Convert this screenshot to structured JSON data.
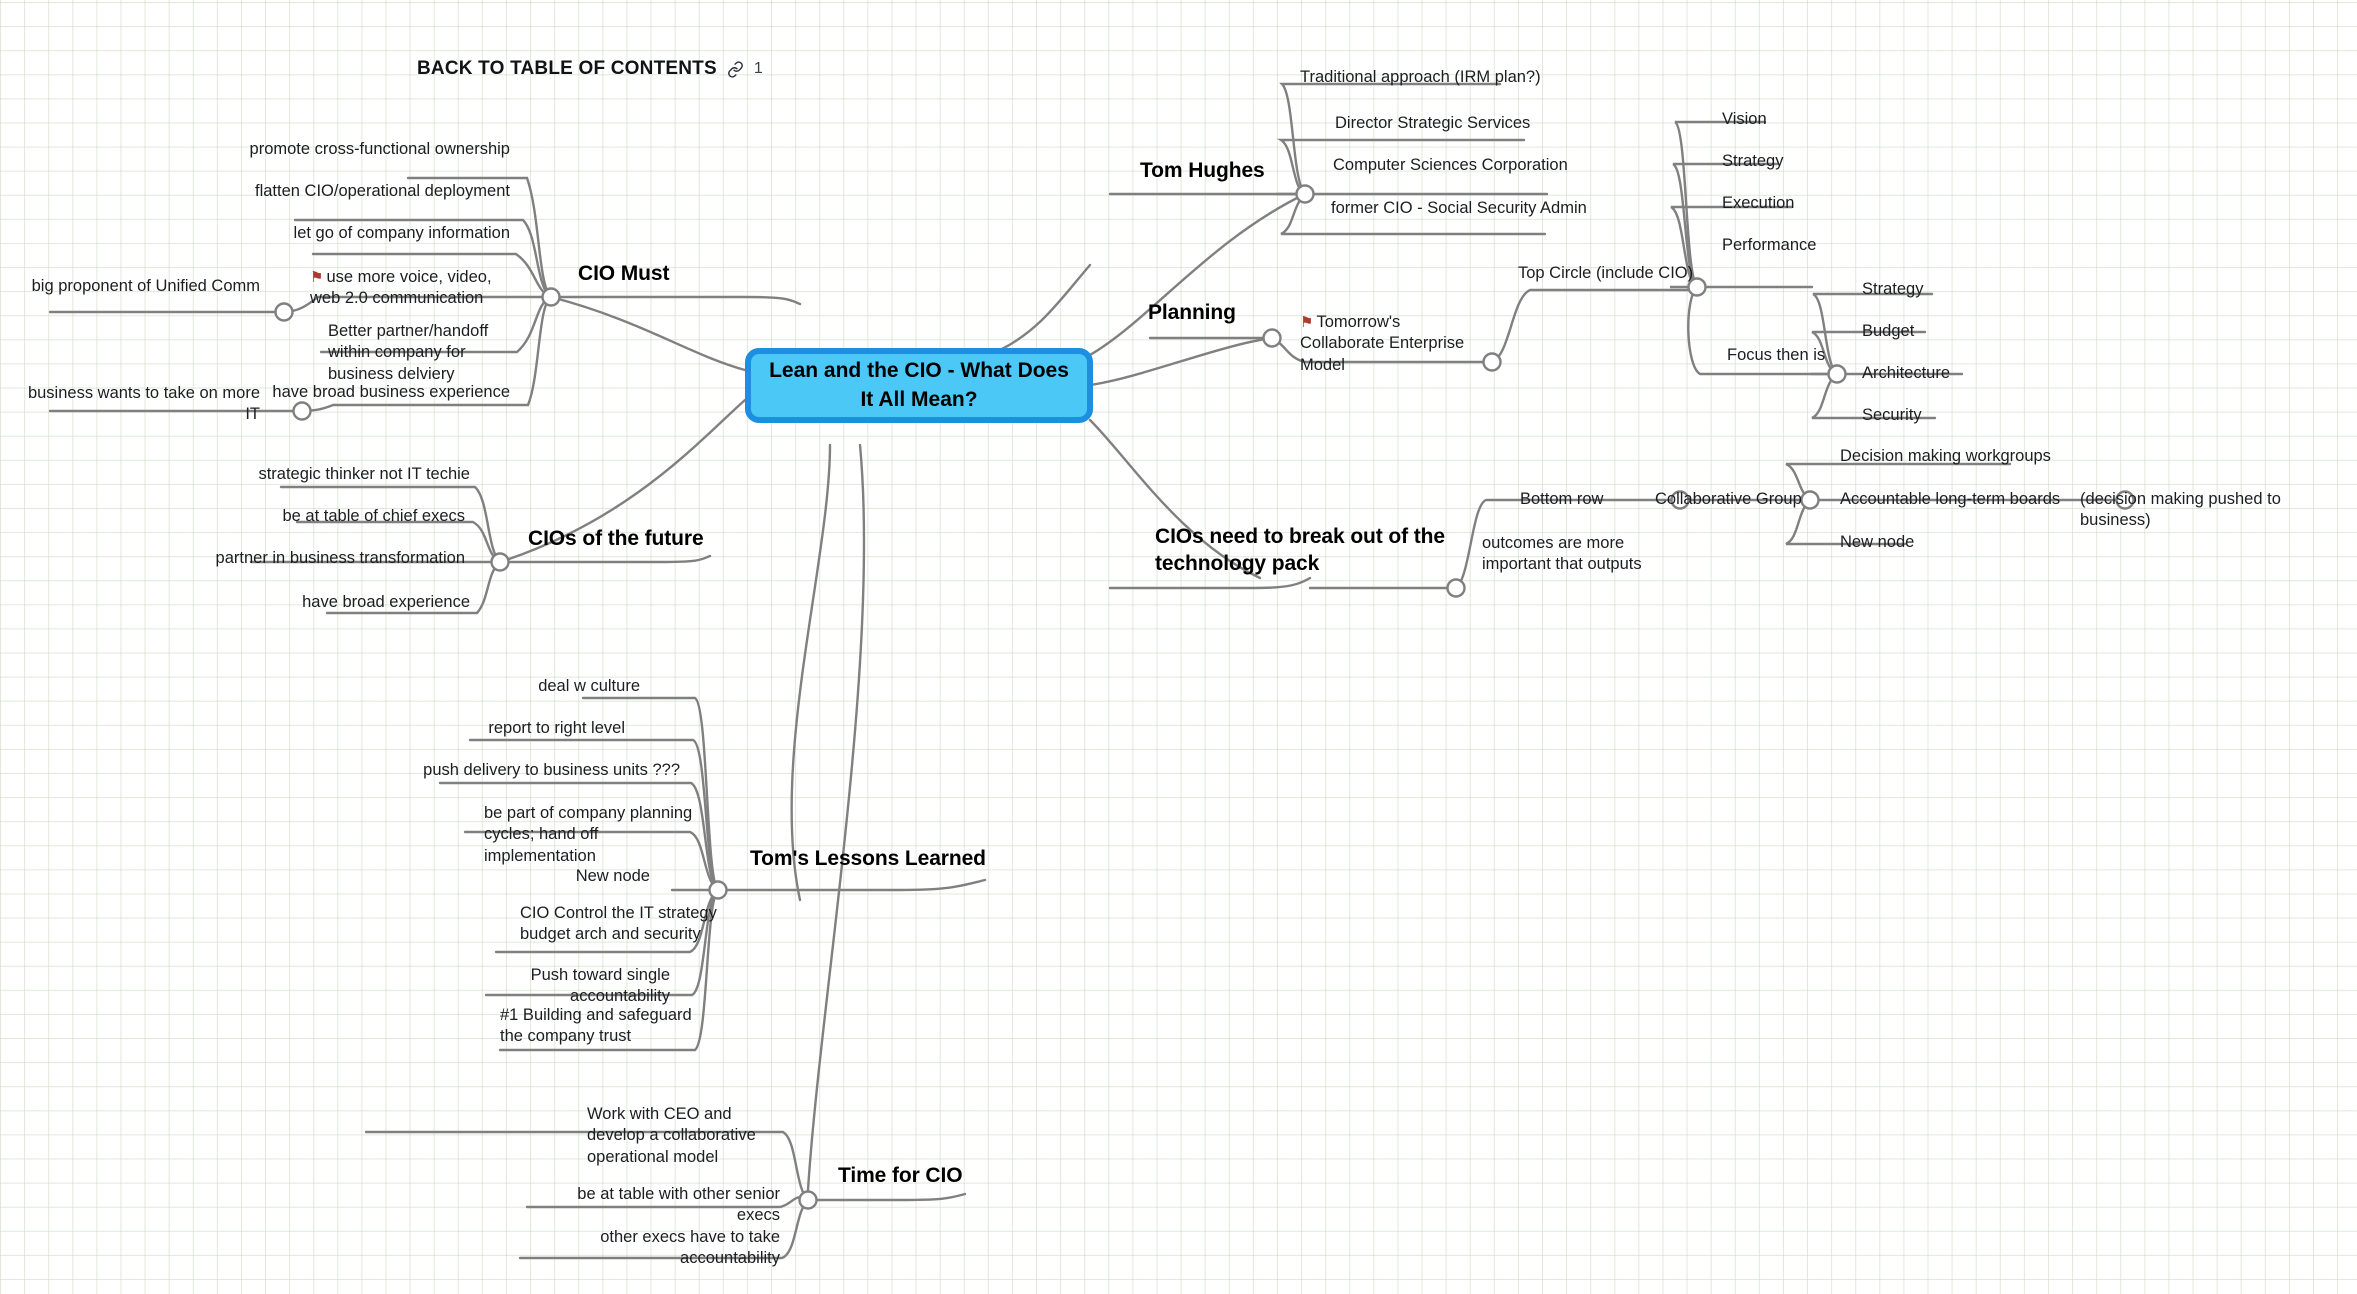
{
  "app": {
    "type": "mindmap",
    "background": "#ffffff",
    "grid_color": "#c9d6be",
    "edge_color": "#808080"
  },
  "toc": {
    "title": "BACK TO TABLE OF CONTENTS",
    "icon": "link-icon",
    "count": "1"
  },
  "root": {
    "label": "Lean and the CIO - What Does It All Mean?",
    "fill": "#4BC8F5",
    "border": "#1D8FE1"
  },
  "branches": [
    {
      "id": "cio-must",
      "label": "CIO Must",
      "children": [
        {
          "label": "promote cross-functional ownership"
        },
        {
          "label": "flatten CIO/operational deployment"
        },
        {
          "label": "let go of company information"
        },
        {
          "label": "use more voice, video, web 2.0 communication",
          "flag": true,
          "children": [
            {
              "label": "big proponent of Unified Comm"
            }
          ]
        },
        {
          "label": "Better partner/handoff within company for business delviery"
        },
        {
          "label": "have broad business experience",
          "children": [
            {
              "label": "business wants to take on more IT"
            }
          ]
        }
      ]
    },
    {
      "id": "cios-of-the-future",
      "label": "CIOs of the future",
      "children": [
        {
          "label": "strategic thinker not IT techie"
        },
        {
          "label": "be at table of chief execs"
        },
        {
          "label": "partner in business transformation"
        },
        {
          "label": "have broad experience"
        }
      ]
    },
    {
      "id": "toms-lessons-learned",
      "label": "Tom's Lessons Learned",
      "children": [
        {
          "label": "deal w culture"
        },
        {
          "label": "report to right level"
        },
        {
          "label": "push delivery to business units ???"
        },
        {
          "label": "be part of company planning cycles; hand off implementation"
        },
        {
          "label": "New node"
        },
        {
          "label": "CIO Control the IT strategy budget arch and security"
        },
        {
          "label": "Push toward single accountability"
        },
        {
          "label": "#1 Building and safeguard the company trust"
        }
      ]
    },
    {
      "id": "time-for-cio",
      "label": "Time for CIO",
      "children": [
        {
          "label": "Work with CEO and develop a collaborative operational model"
        },
        {
          "label": "be at table with other senior execs"
        },
        {
          "label": "other execs have to take accountability"
        }
      ]
    },
    {
      "id": "tom-hughes",
      "label": "Tom Hughes",
      "children": [
        {
          "label": "Traditional approach (IRM plan?)"
        },
        {
          "label": "Director Strategic Services"
        },
        {
          "label": "Computer Sciences Corporation"
        },
        {
          "label": "former CIO - Social Security Admin"
        }
      ]
    },
    {
      "id": "planning",
      "label": "Planning",
      "children": [
        {
          "label": "Tomorrow's Collaborate Enterprise Model",
          "flag": true,
          "children": [
            {
              "label": "Top Circle (include CIO)",
              "children": [
                {
                  "label": "Vision"
                },
                {
                  "label": "Strategy"
                },
                {
                  "label": "Execution"
                },
                {
                  "label": "Performance"
                },
                {
                  "label": "Focus then is",
                  "children": [
                    {
                      "label": "Strategy"
                    },
                    {
                      "label": "Budget"
                    },
                    {
                      "label": "Architecture"
                    },
                    {
                      "label": "Security"
                    }
                  ]
                }
              ]
            }
          ]
        }
      ]
    },
    {
      "id": "break-out",
      "label": "CIOs need to break out of the technology pack",
      "children": [
        {
          "label": "outcomes are more important that outputs",
          "children": [
            {
              "label": "Bottom row"
            },
            {
              "label": "Collaborative Group",
              "children": [
                {
                  "label": "Decision making workgroups"
                },
                {
                  "label": "Accountable long-term boards",
                  "children": [
                    {
                      "label": "(decision making pushed to business)"
                    }
                  ]
                },
                {
                  "label": "New node"
                }
              ]
            }
          ]
        }
      ]
    }
  ],
  "nodes": {
    "toc_title": "BACK TO TABLE OF CONTENTS",
    "toc_count": "1",
    "root_label": "Lean and the CIO - What Does It All Mean?",
    "cio_must": "CIO Must",
    "cm_1": "promote cross-functional ownership",
    "cm_2": "flatten CIO/operational deployment",
    "cm_3": "let go of company information",
    "cm_4": "use more voice, video, web 2.0 communication",
    "cm_4_1": "big proponent of Unified Comm",
    "cm_5": "Better partner/handoff within company for business delviery",
    "cm_6": "have broad business experience",
    "cm_6_1": "business wants to take on more IT",
    "cio_future": "CIOs of the future",
    "cf_1": "strategic thinker not IT techie",
    "cf_2": "be at table of chief execs",
    "cf_3": "partner in business transformation",
    "cf_4": "have broad experience",
    "lessons": "Tom's Lessons Learned",
    "ll_1": "deal w culture",
    "ll_2": "report to right level",
    "ll_3": "push delivery to business units ???",
    "ll_4": "be part of company planning cycles; hand off implementation",
    "ll_5": "New node",
    "ll_6": "CIO Control the IT strategy budget arch and security",
    "ll_7": "Push toward single accountability",
    "ll_8": "#1 Building and safeguard the company trust",
    "time_cio": "Time for CIO",
    "tc_1": "Work with CEO and develop a collaborative operational model",
    "tc_2": "be at table with other senior execs",
    "tc_3": "other execs have to take accountability",
    "tom_hughes": "Tom Hughes",
    "th_1": "Traditional approach (IRM plan?)",
    "th_2": "Director Strategic Services",
    "th_3": "Computer Sciences Corporation",
    "th_4": "former CIO - Social Security Admin",
    "planning": "Planning",
    "pl_1": "Tomorrow's Collaborate Enterprise Model",
    "pl_top_circle": "Top Circle (include CIO)",
    "pl_vision": "Vision",
    "pl_strategy": "Strategy",
    "pl_execution": "Execution",
    "pl_performance": "Performance",
    "pl_focus": "Focus then is",
    "pl_f_strategy": "Strategy",
    "pl_f_budget": "Budget",
    "pl_f_arch": "Architecture",
    "pl_f_security": "Security",
    "breakout": "CIOs need to break out of the technology pack",
    "bo_1": "outcomes are more important that outputs",
    "bo_bottom_row": "Bottom row",
    "bo_collab": "Collaborative Group",
    "bo_dmw": "Decision making workgroups",
    "bo_alb": "Accountable long-term boards",
    "bo_alb_1": "(decision making pushed to business)",
    "bo_new": "New node"
  }
}
